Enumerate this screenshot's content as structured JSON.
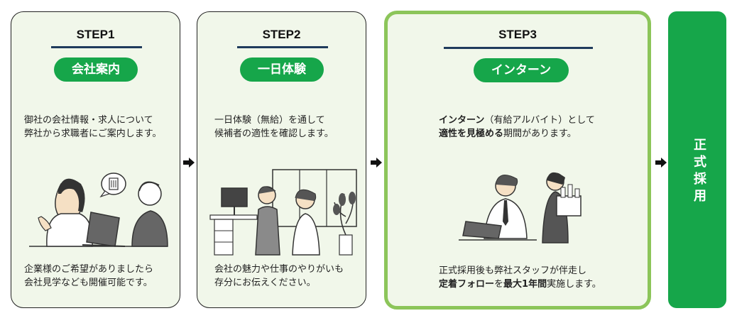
{
  "steps": [
    {
      "title": "STEP1",
      "label": "会社案内",
      "desc_top": [
        "御社の会社情報・求人について",
        "弊社から求職者にご案内します。"
      ],
      "desc_bottom": [
        "企業様のご希望がありましたら",
        "会社見学なども開催可能です。"
      ]
    },
    {
      "title": "STEP2",
      "label": "一日体験",
      "desc_top": [
        "一日体験（無給）を通して",
        "候補者の適性を確認します。"
      ],
      "desc_bottom": [
        "会社の魅力や仕事のやりがいも",
        "存分にお伝えください。"
      ]
    },
    {
      "title": "STEP3",
      "label": "インターン",
      "desc_top": [
        [
          {
            "t": "インターン",
            "b": true
          },
          {
            "t": "（有給アルバイト）として",
            "b": false
          }
        ],
        [
          {
            "t": "適性を見極める",
            "b": true
          },
          {
            "t": "期間があります。",
            "b": false
          }
        ]
      ],
      "desc_bottom": [
        [
          {
            "t": "正式採用後も弊社スタッフが伴走し",
            "b": false
          }
        ],
        [
          {
            "t": "定着フォロー",
            "b": true
          },
          {
            "t": "を",
            "b": false
          },
          {
            "t": "最大1年間",
            "b": true
          },
          {
            "t": "実施します。",
            "b": false
          }
        ]
      ]
    }
  ],
  "final": {
    "label": "正式採用"
  },
  "colors": {
    "green": "#16a64a",
    "card_bg": "#f1f7ea",
    "highlight_border": "#8cc55a",
    "underline": "#1f3b5c"
  },
  "icons": [
    "arrow-right-icon",
    "speech-bubble-icon"
  ]
}
